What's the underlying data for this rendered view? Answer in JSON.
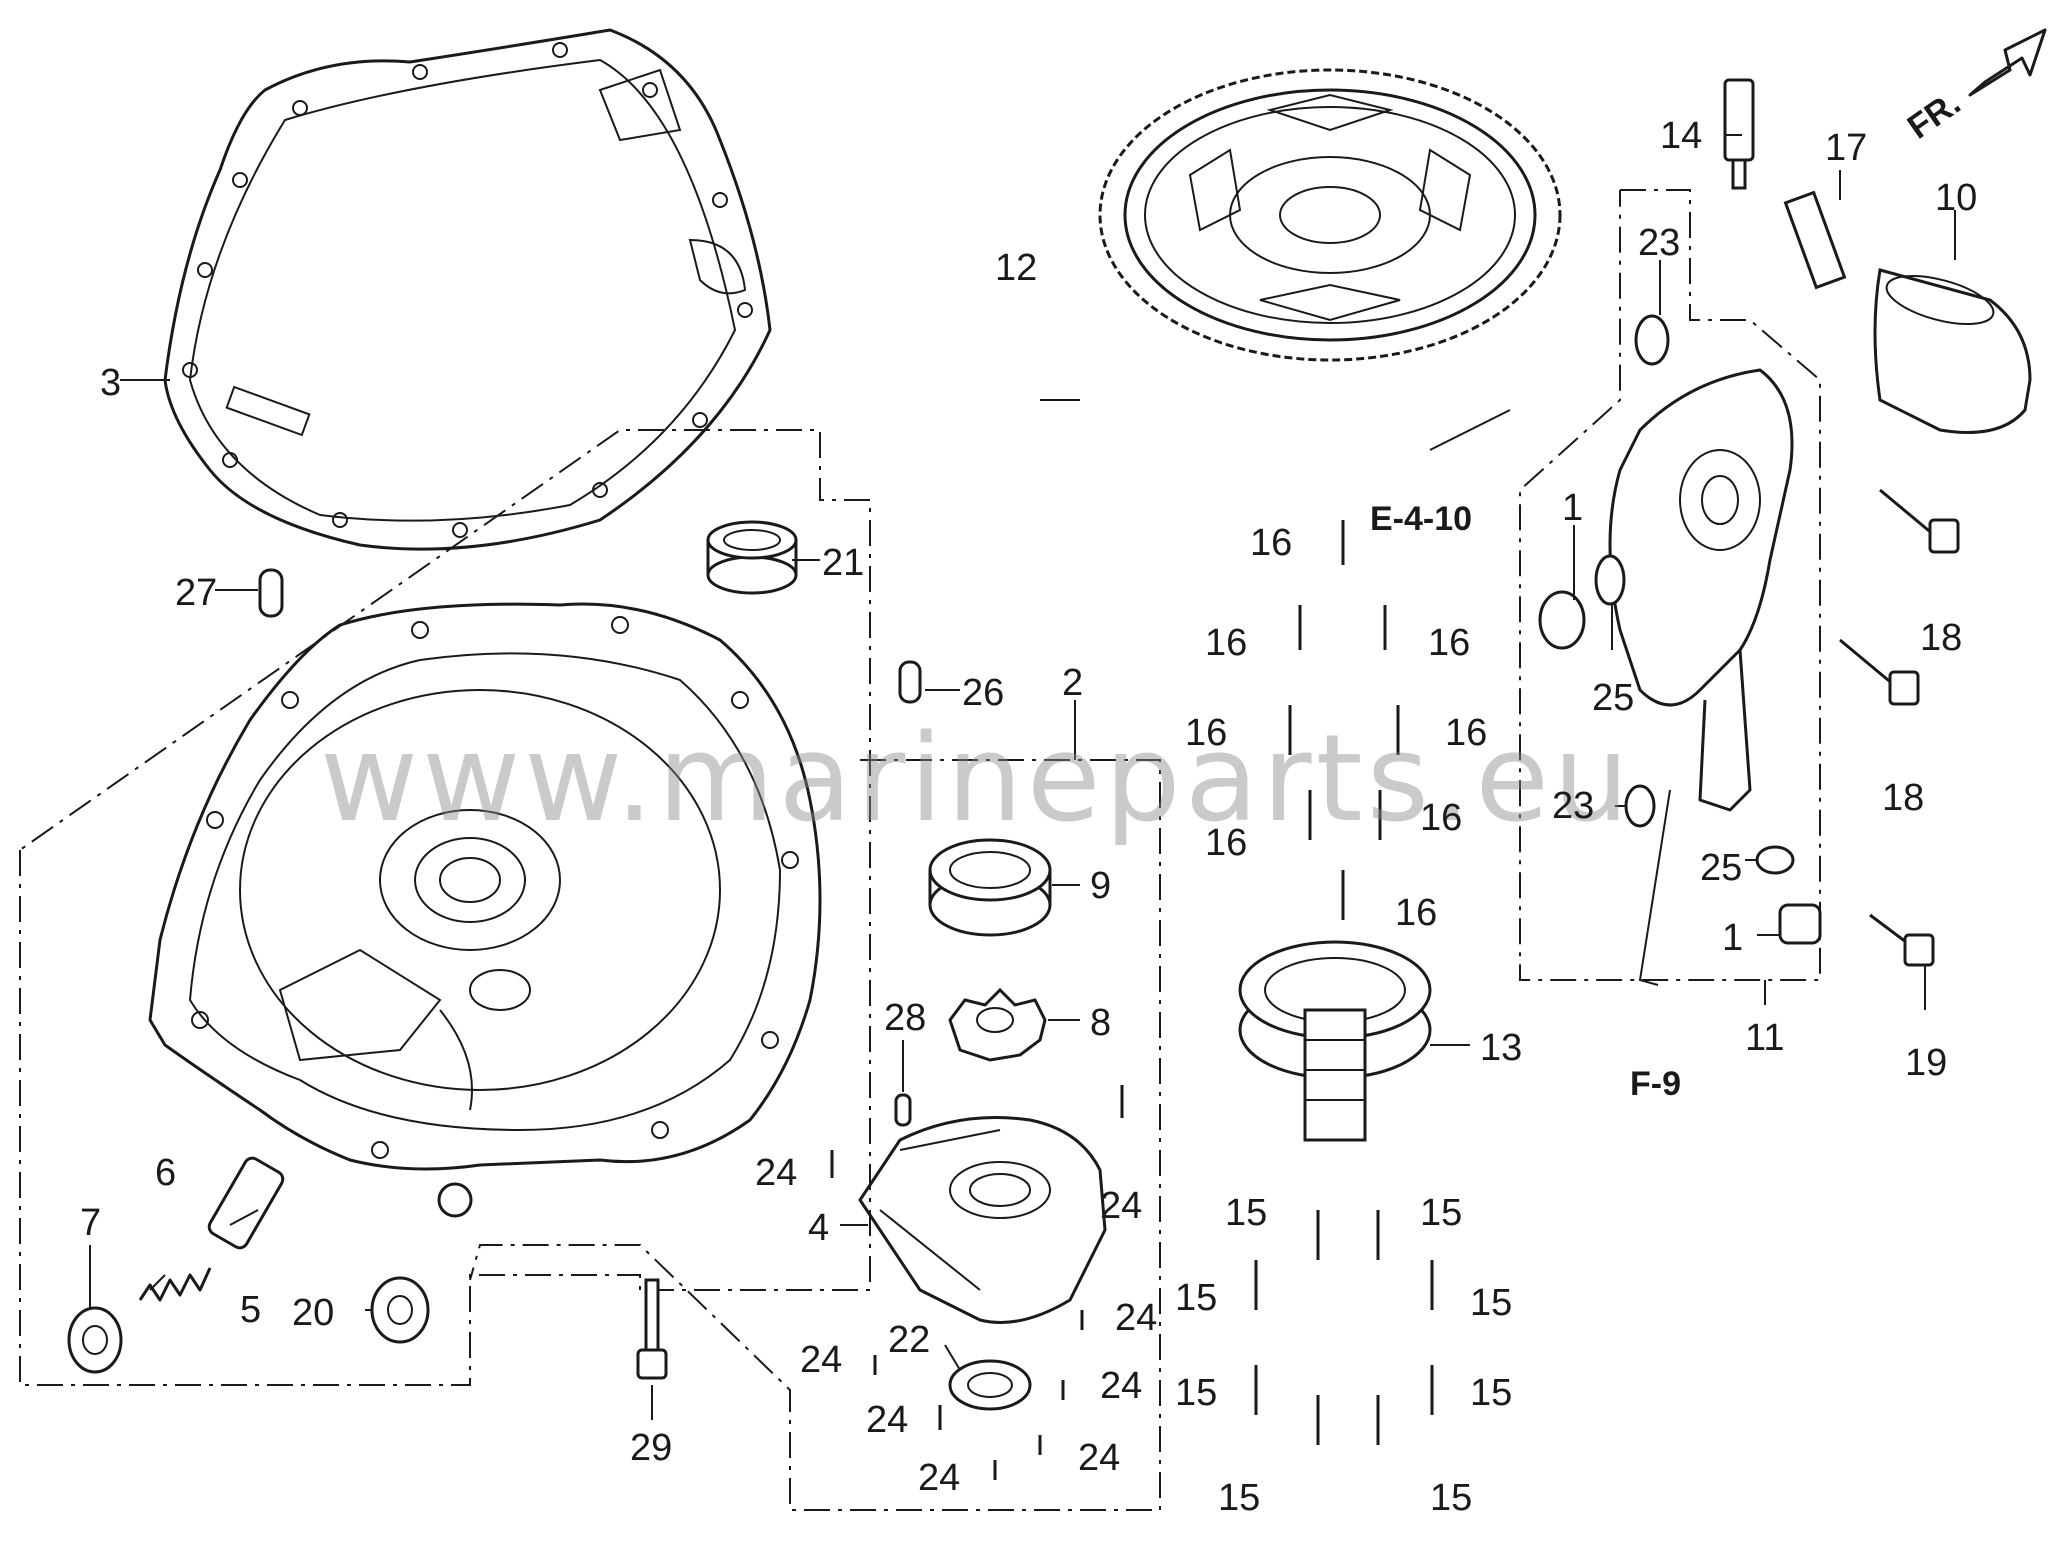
{
  "watermark": "www.marineparts.eu",
  "front_marker": "FR.",
  "refs": {
    "e410": "E-4-10",
    "f9": "F-9"
  },
  "callouts": {
    "c1a": "1",
    "c1b": "1",
    "c2": "2",
    "c3": "3",
    "c4": "4",
    "c5": "5",
    "c6": "6",
    "c7": "7",
    "c8": "8",
    "c9": "9",
    "c10": "10",
    "c11": "11",
    "c12": "12",
    "c13": "13",
    "c14": "14",
    "c15a": "15",
    "c15b": "15",
    "c15c": "15",
    "c15d": "15",
    "c15e": "15",
    "c15f": "15",
    "c15g": "15",
    "c15h": "15",
    "c16a": "16",
    "c16b": "16",
    "c16c": "16",
    "c16d": "16",
    "c16e": "16",
    "c16f": "16",
    "c16g": "16",
    "c16h": "16",
    "c17": "17",
    "c18a": "18",
    "c18b": "18",
    "c19": "19",
    "c20": "20",
    "c21": "21",
    "c22": "22",
    "c23a": "23",
    "c23b": "23",
    "c24a": "24",
    "c24b": "24",
    "c24c": "24",
    "c24d": "24",
    "c24e": "24",
    "c24f": "24",
    "c24g": "24",
    "c24h": "24",
    "c25a": "25",
    "c25b": "25",
    "c26": "26",
    "c27": "27",
    "c28": "28",
    "c29": "29"
  }
}
